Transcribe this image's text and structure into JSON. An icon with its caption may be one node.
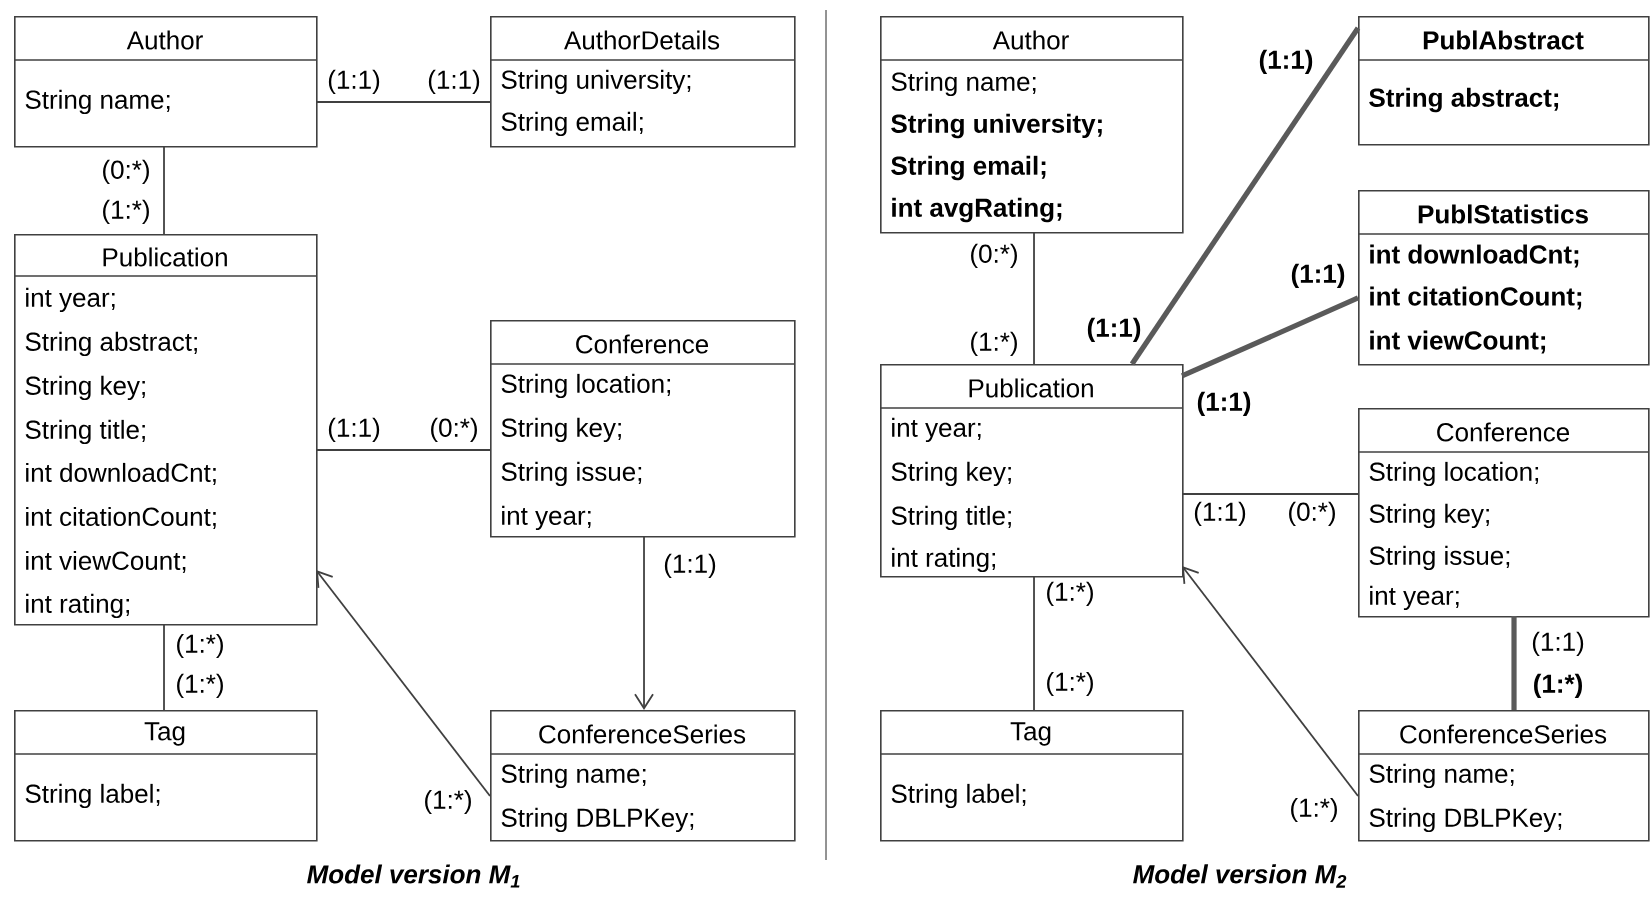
{
  "diagram": {
    "nodes": [
      {
        "text": [
          "Author",
          "String name;"
        ]
      },
      {
        "text": [
          "AuthorDetails",
          "String university;",
          "String email;"
        ]
      },
      {
        "text": [
          "Publication",
          "int year;",
          "String abstract;",
          "String key;",
          "String title;",
          "int downloadCnt;",
          "int citationCount;",
          "int viewCount;",
          "int rating;"
        ]
      },
      {
        "text": [
          "Conference",
          "String location;",
          "String key;",
          "String issue;",
          "int year;"
        ]
      },
      {
        "text": [
          "Tag",
          "String label;"
        ]
      },
      {
        "text": [
          "ConferenceSeries",
          "String name;",
          "String DBLPKey;"
        ]
      },
      {
        "text": [
          "Author",
          "String name;",
          "String university;",
          "String email;",
          "int avgRating;"
        ]
      },
      {
        "text": [
          "PublAbstract",
          "String abstract;"
        ]
      },
      {
        "text": [
          "PublStatistics",
          "int downloadCnt;",
          "int citationCount;",
          "int viewCount;"
        ]
      },
      {
        "text": [
          "Publication",
          "int year;",
          "String key;",
          "String title;",
          "int rating;"
        ]
      },
      {
        "text": [
          "Conference",
          "String location;",
          "String key;",
          "String issue;",
          "int year;"
        ]
      },
      {
        "text": [
          "Tag",
          "String label;"
        ]
      },
      {
        "text": [
          "ConferenceSeries",
          "String name;",
          "String DBLPKey;"
        ]
      }
    ],
    "edges": [
      {
        "from": 0,
        "to": 1,
        "arrow": "none"
      },
      {
        "from": 0,
        "to": 2,
        "arrow": "none"
      },
      {
        "from": 2,
        "to": 3,
        "arrow": "none"
      },
      {
        "from": 3,
        "to": 5,
        "arrow": "to"
      },
      {
        "from": 5,
        "to": 2,
        "arrow": "to"
      },
      {
        "from": 2,
        "to": 4,
        "arrow": "none"
      },
      {
        "from": 6,
        "to": 9,
        "arrow": "none"
      },
      {
        "from": 9,
        "to": 7,
        "arrow": "none",
        "style": "thick"
      },
      {
        "from": 9,
        "to": 8,
        "arrow": "none",
        "style": "thick"
      },
      {
        "from": 9,
        "to": 10,
        "arrow": "none"
      },
      {
        "from": 10,
        "to": 12,
        "arrow": "none",
        "style": "thick"
      },
      {
        "from": 12,
        "to": 9,
        "arrow": "to"
      },
      {
        "from": 9,
        "to": 11,
        "arrow": "none"
      }
    ],
    "labels": [
      "(1:1)",
      "(1:1)",
      "(0:*)",
      "(1:*)",
      "(1:1)",
      "(0:*)",
      "(1:1)",
      "(1:*)",
      "(1:*)",
      "(1:*)",
      "Model version M$_{1}$",
      "(1:1)",
      "(0:*)",
      "(1:1)",
      "(1:1)",
      "(1:*)",
      "(1:1)",
      "(1:1)",
      "(0:*)",
      "(1:*)",
      "(1:1)",
      "(1:*)",
      "(1:*)",
      "(1:*)",
      "Model version M$_{2}$"
    ]
  }
}
